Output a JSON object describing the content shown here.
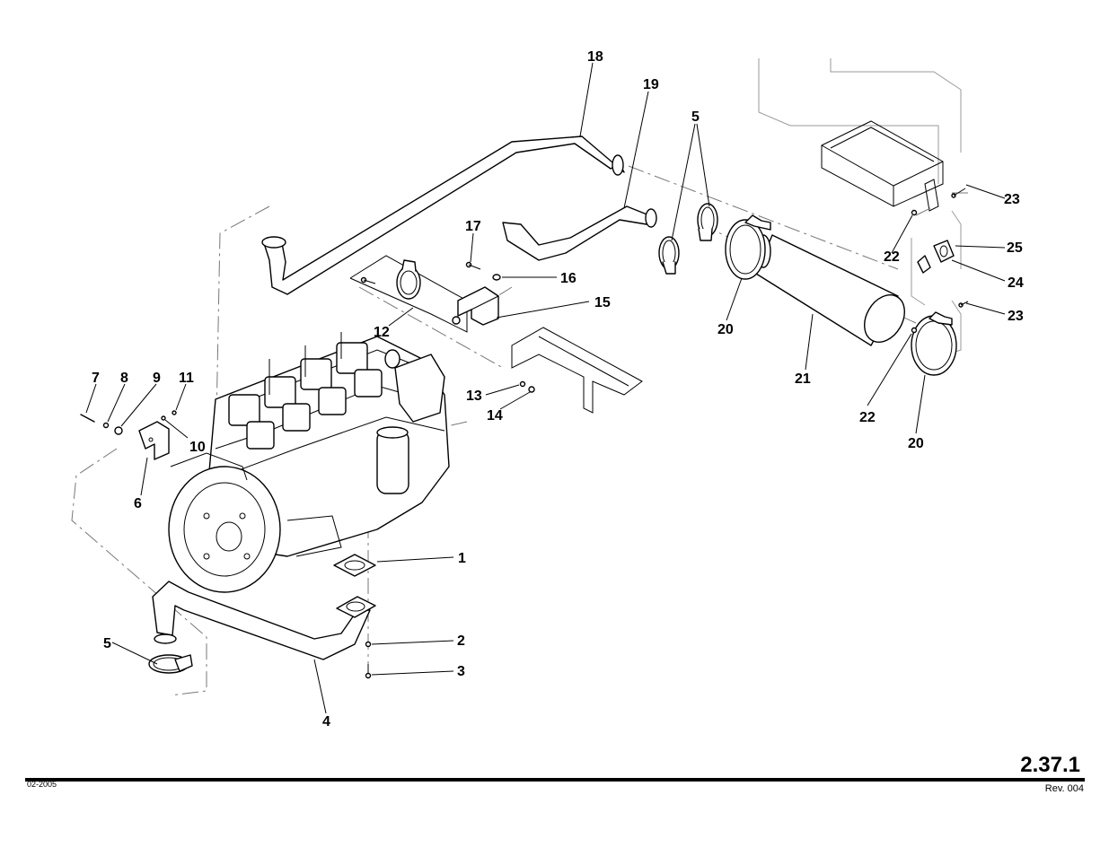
{
  "callouts": {
    "c1": "1",
    "c2": "2",
    "c3": "3",
    "c4": "4",
    "c5a": "5",
    "c5b": "5",
    "c6": "6",
    "c7": "7",
    "c8": "8",
    "c9": "9",
    "c10": "10",
    "c11": "11",
    "c12": "12",
    "c13": "13",
    "c14": "14",
    "c15": "15",
    "c16": "16",
    "c17": "17",
    "c18": "18",
    "c19": "19",
    "c20a": "20",
    "c20b": "20",
    "c21": "21",
    "c22a": "22",
    "c22b": "22",
    "c23a": "23",
    "c23b": "23",
    "c24": "24",
    "c25": "25"
  },
  "footer": {
    "page_number": "2.37.1",
    "date_code": "02-2005",
    "revision": "Rev. 004"
  }
}
